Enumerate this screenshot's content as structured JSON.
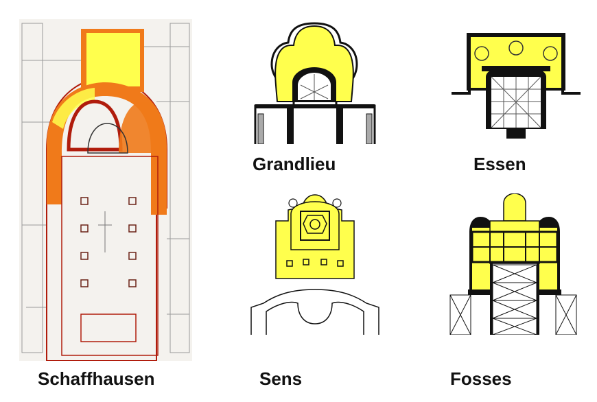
{
  "colors": {
    "highlight": "#ffff4d",
    "crypt_orange": "#f07a1a",
    "outline_red": "#b01c0c",
    "wall": "#111111"
  },
  "plans": [
    {
      "key": "schaffhausen",
      "label": "Schaffhausen"
    },
    {
      "key": "grandlieu",
      "label": "Grandlieu"
    },
    {
      "key": "essen",
      "label": "Essen"
    },
    {
      "key": "sens",
      "label": "Sens"
    },
    {
      "key": "fosses",
      "label": "Fosses"
    }
  ]
}
